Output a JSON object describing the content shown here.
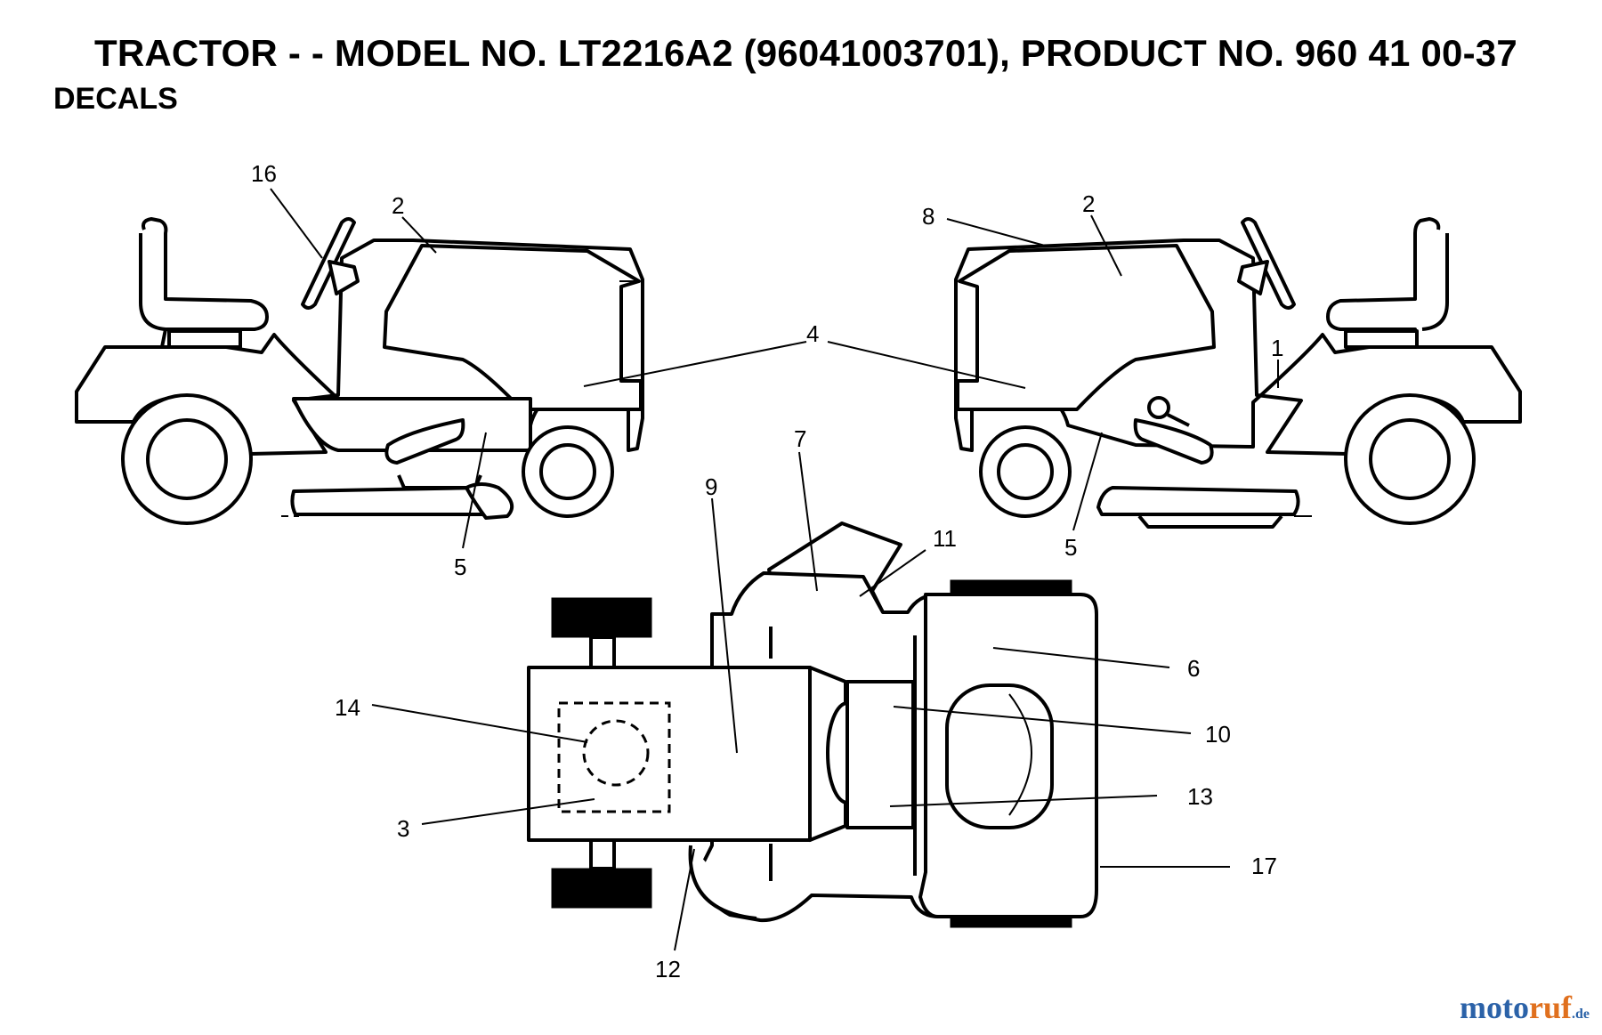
{
  "header": {
    "title": "TRACTOR - - MODEL NO. LT2216A2 (96041003701), PRODUCT NO. 960 41 00-37",
    "subtitle": "DECALS"
  },
  "callouts": {
    "c16": "16",
    "c2_left": "2",
    "c4": "4",
    "c5_left": "5",
    "c8": "8",
    "c2_right": "2",
    "c1": "1",
    "c5_right": "5",
    "c9": "9",
    "c7": "7",
    "c11": "11",
    "c6": "6",
    "c14": "14",
    "c10": "10",
    "c3": "3",
    "c13": "13",
    "c17": "17",
    "c12": "12"
  },
  "watermark": {
    "part1": "moto",
    "part2": "ruf",
    "part3": ".de"
  }
}
